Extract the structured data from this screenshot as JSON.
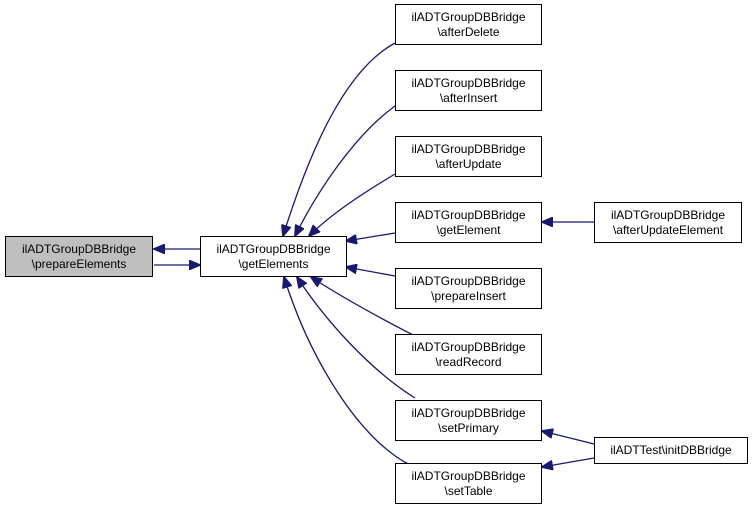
{
  "colors": {
    "edge": "#191970",
    "node_border": "#000000",
    "node_fill": "#ffffff",
    "current_fill": "#bfbfbf"
  },
  "nodes": {
    "prepare_elements": {
      "line1": "ilADTGroupDBBridge",
      "line2": "\\prepareElements"
    },
    "get_elements": {
      "line1": "ilADTGroupDBBridge",
      "line2": "\\getElements"
    },
    "after_delete": {
      "line1": "ilADTGroupDBBridge",
      "line2": "\\afterDelete"
    },
    "after_insert": {
      "line1": "ilADTGroupDBBridge",
      "line2": "\\afterInsert"
    },
    "after_update": {
      "line1": "ilADTGroupDBBridge",
      "line2": "\\afterUpdate"
    },
    "get_element": {
      "line1": "ilADTGroupDBBridge",
      "line2": "\\getElement"
    },
    "prepare_insert": {
      "line1": "ilADTGroupDBBridge",
      "line2": "\\prepareInsert"
    },
    "read_record": {
      "line1": "ilADTGroupDBBridge",
      "line2": "\\readRecord"
    },
    "set_primary": {
      "line1": "ilADTGroupDBBridge",
      "line2": "\\setPrimary"
    },
    "set_table": {
      "line1": "ilADTGroupDBBridge",
      "line2": "\\setTable"
    },
    "after_update_element": {
      "line1": "ilADTGroupDBBridge",
      "line2": "\\afterUpdateElement"
    },
    "init_db_bridge": {
      "line1": "ilADTTest\\initDBBridge"
    }
  }
}
